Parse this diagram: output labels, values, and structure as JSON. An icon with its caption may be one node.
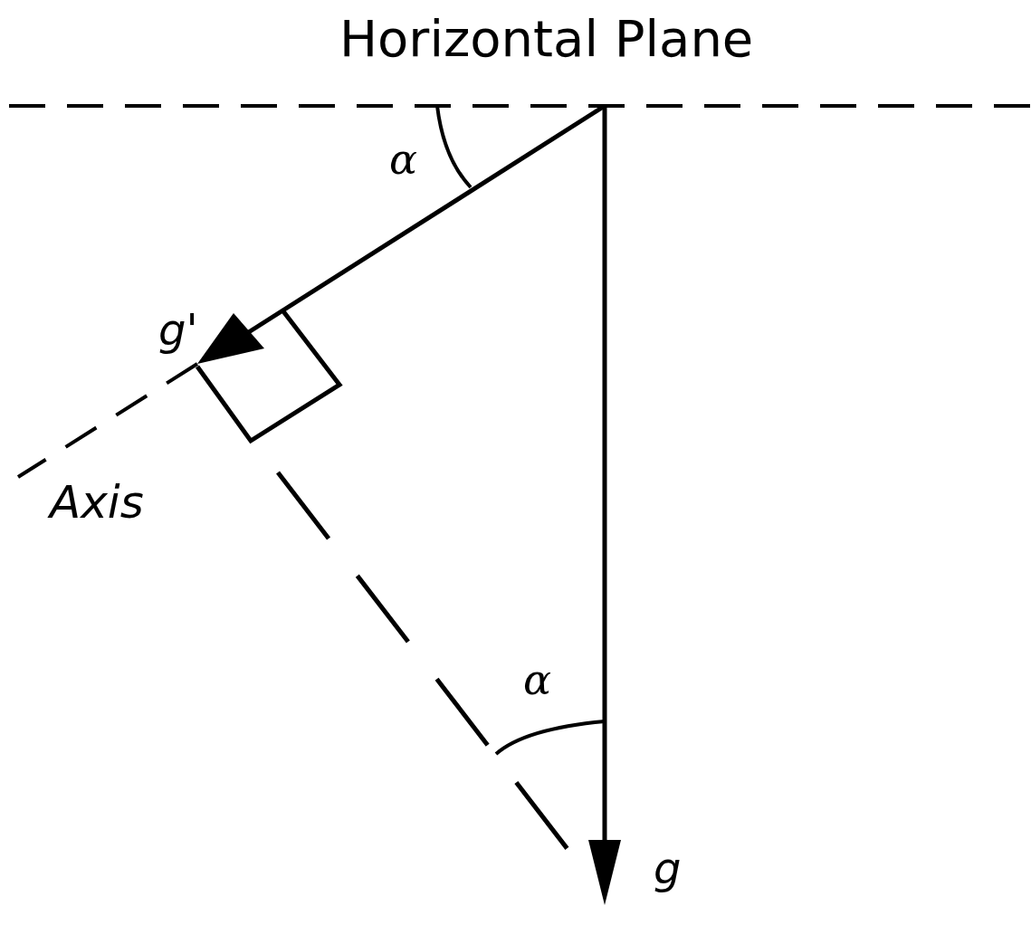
{
  "diagram": {
    "labels": [
      "Horizontal Plane",
      "α",
      "g'",
      "Axis",
      "α",
      "g"
    ]
  }
}
